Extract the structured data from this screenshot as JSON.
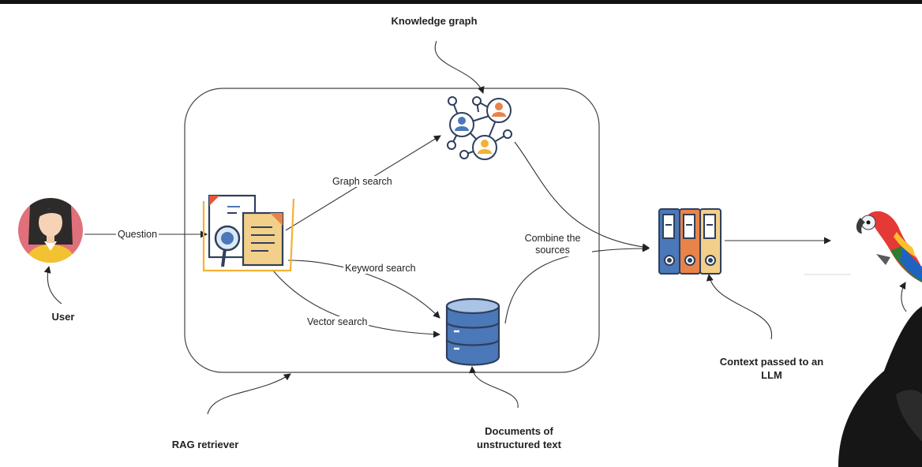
{
  "title": "Knowledge graph",
  "labels": {
    "question": "Question",
    "graph_search": "Graph search",
    "keyword_search": "Keyword search",
    "vector_search": "Vector search",
    "combine_line1": "Combine the",
    "combine_line2": "sources",
    "user": "User",
    "rag_retriever": "RAG retriever",
    "documents_line1": "Documents of",
    "documents_line2": "unstructured text",
    "context_line1": "Context passed to an",
    "context_line2": "LLM"
  },
  "icons": [
    "user-avatar-icon",
    "documents-search-icon",
    "knowledge-graph-icon",
    "database-icon",
    "binders-icon",
    "parrot-icon"
  ],
  "colors": {
    "avatar_bg": "#e0707a",
    "yellow_accent": "#f2b233",
    "blue": "#4a78b8",
    "orange": "#e8834a",
    "beige": "#f2d08a"
  }
}
